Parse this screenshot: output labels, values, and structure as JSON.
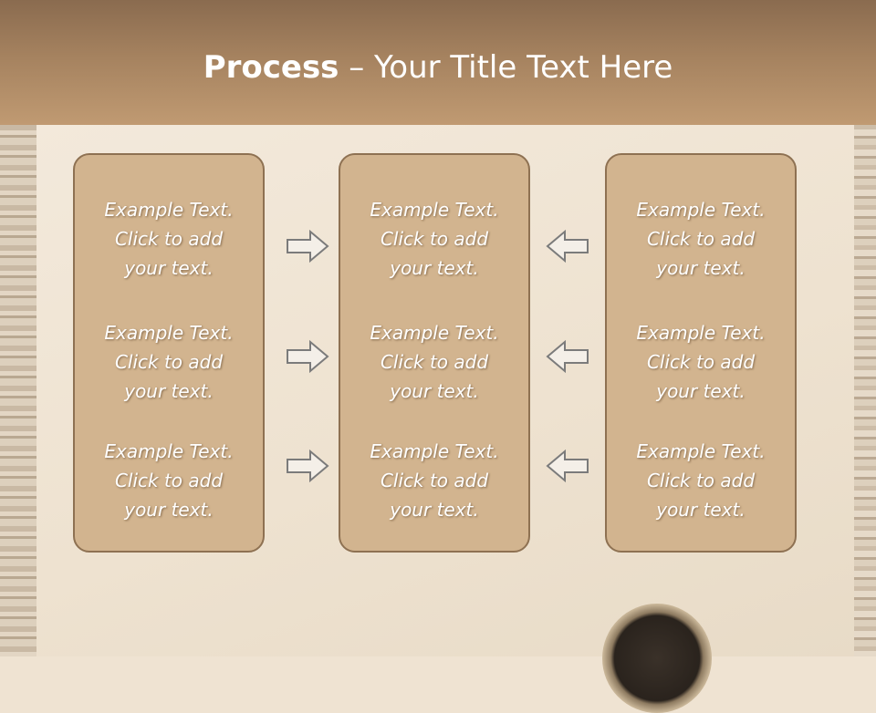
{
  "slide": {
    "title_bold": "Process",
    "title_rest": " – Your Title Text Here"
  },
  "columns": [
    {
      "items": [
        [
          "Example Text.",
          "Click  to add",
          "your text."
        ],
        [
          "Example Text.",
          "Click  to add",
          "your text."
        ],
        [
          "Example Text.",
          "Click  to add",
          "your text."
        ]
      ]
    },
    {
      "items": [
        [
          "Example Text.",
          "Click  to add",
          "your text."
        ],
        [
          "Example Text.",
          "Click  to add",
          "your text."
        ],
        [
          "Example Text.",
          "Click  to add",
          "your text."
        ]
      ]
    },
    {
      "items": [
        [
          "Example Text.",
          "Click  to add",
          "your text."
        ],
        [
          "Example Text.",
          "Click  to add",
          "your text."
        ],
        [
          "Example Text.",
          "Click  to add",
          "your text."
        ]
      ]
    }
  ],
  "arrows": {
    "left_side": "right-arrow-icon",
    "right_side": "left-arrow-icon"
  },
  "colors": {
    "header": "#a5825f",
    "box_fill": "#d2b48f",
    "box_border": "#8e7152",
    "text": "#ffffff"
  }
}
